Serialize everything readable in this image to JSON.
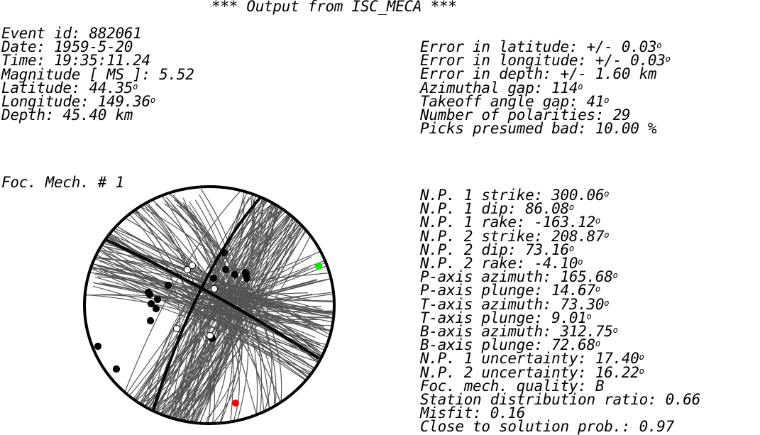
{
  "header": {
    "title": "*** Output from ISC_MECA ***"
  },
  "event": [
    {
      "label": "Event id:",
      "value": "882061",
      "deg": ""
    },
    {
      "label": "Date:",
      "value": "1959-5-20",
      "deg": ""
    },
    {
      "label": "Time:",
      "value": "19:35:11.24",
      "deg": ""
    },
    {
      "label": "Magnitude [ MS ]:",
      "value": "5.52",
      "deg": ""
    },
    {
      "label": "Latitude:",
      "value": "44.35",
      "deg": "o"
    },
    {
      "label": "Longitude:",
      "value": "149.36",
      "deg": "o"
    },
    {
      "label": "Depth:",
      "value": "45.40 km",
      "deg": ""
    }
  ],
  "errors": [
    {
      "label": "Error in latitude:",
      "value": "+/- 0.03",
      "deg": "o"
    },
    {
      "label": "Error in longitude:",
      "value": "+/- 0.03",
      "deg": "o"
    },
    {
      "label": "Error in depth:",
      "value": "+/- 1.60 km",
      "deg": ""
    },
    {
      "label": "Azimuthal gap:",
      "value": "114",
      "deg": "o"
    },
    {
      "label": "Takeoff angle gap:",
      "value": "41",
      "deg": "o"
    },
    {
      "label": "Number of polarities:",
      "value": "29",
      "deg": ""
    },
    {
      "label": "Picks presumed bad:",
      "value": "10.00 %",
      "deg": ""
    }
  ],
  "focal_mechanism": {
    "title": "Foc. Mech. # 1",
    "params": [
      {
        "label": "N.P. 1 strike:",
        "value": "300.06",
        "deg": "o"
      },
      {
        "label": "N.P. 1 dip:",
        "value": "86.08",
        "deg": "o"
      },
      {
        "label": "N.P. 1 rake:",
        "value": "-163.12",
        "deg": "o"
      },
      {
        "label": "N.P. 2 strike:",
        "value": "208.87",
        "deg": "o"
      },
      {
        "label": "N.P. 2 dip:",
        "value": "73.16",
        "deg": "o"
      },
      {
        "label": "N.P. 2 rake:",
        "value": "-4.10",
        "deg": "o"
      },
      {
        "label": "P-axis azimuth:",
        "value": "165.68",
        "deg": "o"
      },
      {
        "label": "P-axis plunge:",
        "value": "14.67",
        "deg": "o"
      },
      {
        "label": "T-axis azimuth:",
        "value": "73.30",
        "deg": "o"
      },
      {
        "label": "T-axis plunge:",
        "value": "9.01",
        "deg": "o"
      },
      {
        "label": "B-axis azimuth:",
        "value": "312.75",
        "deg": "o"
      },
      {
        "label": "B-axis plunge:",
        "value": "72.68",
        "deg": "o"
      },
      {
        "label": "N.P. 1 uncertainty:",
        "value": "17.40",
        "deg": "o"
      },
      {
        "label": "N.P. 2 uncertainty:",
        "value": "16.22",
        "deg": "o"
      },
      {
        "label": "Foc. mech. quality:",
        "value": "B",
        "deg": ""
      },
      {
        "label": "Station distribution ratio:",
        "value": "0.66",
        "deg": ""
      },
      {
        "label": "Misfit:",
        "value": "0.16",
        "deg": ""
      },
      {
        "label": "Close to solution prob.:",
        "value": "0.97",
        "deg": ""
      }
    ],
    "colors": {
      "solution_lines": "#555555",
      "nodal_planes": "#000000",
      "compression": "#000000",
      "dilatation": "#ffffff",
      "p_axis": "#ff0000",
      "t_axis": "#00ee00"
    }
  }
}
